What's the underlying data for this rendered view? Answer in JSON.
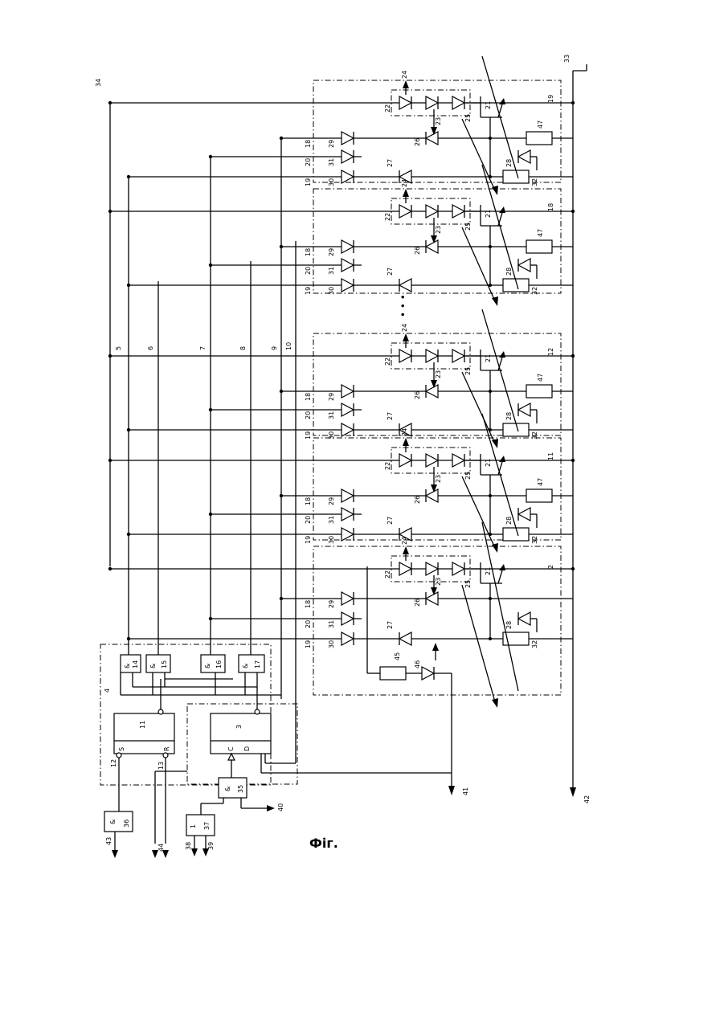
{
  "figure": {
    "caption": "Фіг.",
    "ellipsis": "• • •"
  },
  "io_labels": [
    "33",
    "34",
    "38",
    "39",
    "40",
    "41",
    "42",
    "43",
    "44"
  ],
  "bus_numbers": [
    "5",
    "6",
    "7",
    "8",
    "9",
    "10"
  ],
  "modules": [
    {
      "id": "19",
      "rows": [
        "18",
        "20",
        "19"
      ]
    },
    {
      "id": "18",
      "rows": [
        "18",
        "20",
        "19"
      ]
    },
    {
      "id": "12",
      "rows": [
        "18",
        "20",
        "19"
      ]
    },
    {
      "id": "11",
      "rows": [
        "18",
        "20",
        "19"
      ]
    },
    {
      "id": "2",
      "rows": [
        "18",
        "20",
        "19"
      ]
    }
  ],
  "component_labels": {
    "d29": "29",
    "d31": "31",
    "d30": "30",
    "d27": "27",
    "d26": "26",
    "d28": "28",
    "d32": "32",
    "d47": "47",
    "d21": "21",
    "d22": "22",
    "d23": "23",
    "d24": "24",
    "d25": "25"
  },
  "logic_blocks": {
    "gate14": {
      "sym": "&",
      "num": "14"
    },
    "gate15": {
      "sym": "&",
      "num": "15"
    },
    "gate16": {
      "sym": "&",
      "num": "16"
    },
    "gate17": {
      "sym": "&",
      "num": "17"
    },
    "counter11": {
      "num": "11",
      "s": "S",
      "r": "R"
    },
    "counter3": {
      "num": "3",
      "c": "C",
      "d": "D"
    },
    "gate36": {
      "sym": "&",
      "num": "36"
    },
    "gate35": {
      "sym": "&",
      "num": "35"
    },
    "block37": {
      "sym": "1",
      "num": "37"
    },
    "group4": "4",
    "label12": "12",
    "label13": "13",
    "r45": "45",
    "d46": "46"
  }
}
